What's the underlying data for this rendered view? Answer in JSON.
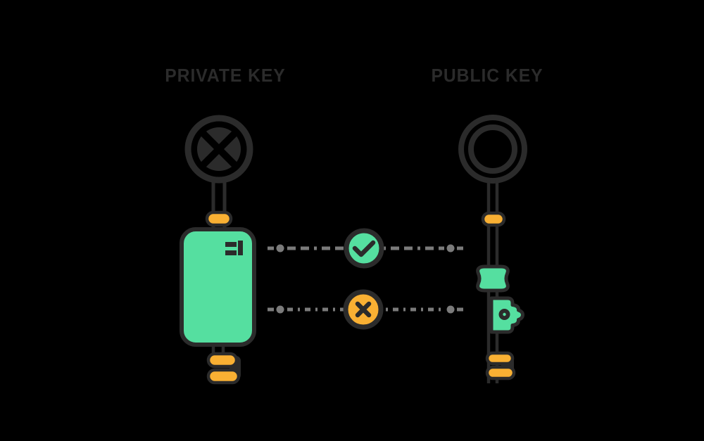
{
  "titles": {
    "private_key": "PRIVATE KEY",
    "public_key": "PUBLIC KEY"
  },
  "colors": {
    "background": "#000000",
    "outline_dark": "#2b2b2b",
    "key_green": "#55dfa0",
    "accent_orange": "#f9b033",
    "connector_gray": "#7b7b7b",
    "title_text": "#2b2b2b"
  },
  "icons": {
    "private_key_head": "crossed-circle-icon",
    "public_key_head": "double-ring-icon",
    "match_badge": "check-icon",
    "mismatch_badge": "cross-icon"
  },
  "connections": [
    {
      "name": "match",
      "symbol": "check",
      "badge_color": "#55dfa0"
    },
    {
      "name": "mismatch",
      "symbol": "cross",
      "badge_color": "#f9b033"
    }
  ]
}
